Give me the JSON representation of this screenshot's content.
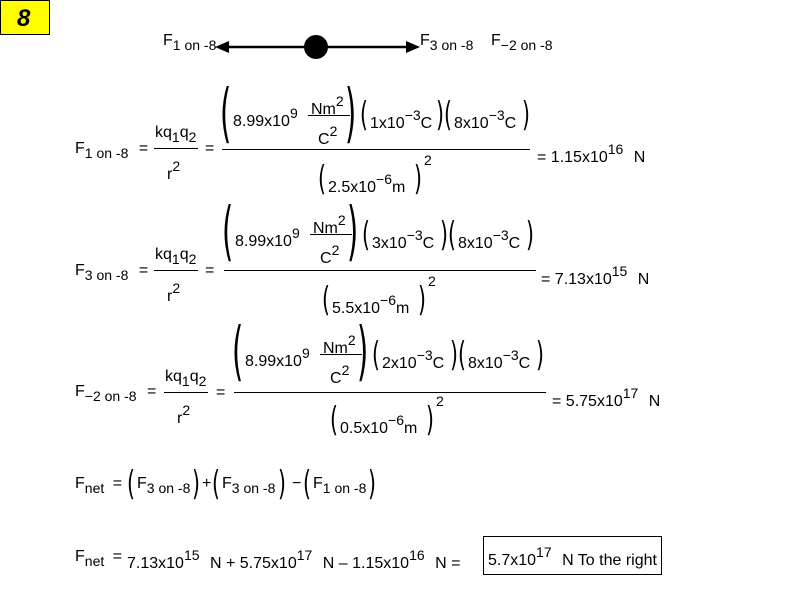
{
  "badge": {
    "number": "8"
  },
  "diagram": {
    "F1_left": "F",
    "F1_sub": "1 on -8",
    "F3_right": "F",
    "F3_sub": "3 on -8",
    "F2_right": "F",
    "F2_sub": "−2 on -8"
  },
  "eq1": {
    "lhs_F": "F",
    "lhs_sub": "1 on -8",
    "frac_num": "kq",
    "frac_num_sub1": "1",
    "frac_num_q2": "q",
    "frac_num_sub2": "2",
    "frac_den": "r",
    "frac_den_sup": "2",
    "k_val": "8.99x10",
    "k_exp": "9",
    "k_unit_num": "Nm",
    "k_unit_num_sup": "2",
    "k_unit_den": "C",
    "k_unit_den_sup": "2",
    "q1_val": "1x10",
    "q1_exp": "−3",
    "q1_unit": "C",
    "q2_val": "8x10",
    "q2_exp": "−3",
    "q2_unit": "C",
    "r_val": "2.5x10",
    "r_exp": "−6",
    "r_unit": "m",
    "r_sup": "2",
    "result": "1.15x10",
    "result_exp": "16",
    "result_unit": "N"
  },
  "eq2": {
    "lhs_F": "F",
    "lhs_sub": "3 on -8",
    "frac_num": "kq",
    "frac_num_sub1": "1",
    "frac_num_q2": "q",
    "frac_num_sub2": "2",
    "frac_den": "r",
    "frac_den_sup": "2",
    "k_val": "8.99x10",
    "k_exp": "9",
    "k_unit_num": "Nm",
    "k_unit_num_sup": "2",
    "k_unit_den": "C",
    "k_unit_den_sup": "2",
    "q1_val": "3x10",
    "q1_exp": "−3",
    "q1_unit": "C",
    "q2_val": "8x10",
    "q2_exp": "−3",
    "q2_unit": "C",
    "r_val": "5.5x10",
    "r_exp": "−6",
    "r_unit": "m",
    "r_sup": "2",
    "result": "7.13x10",
    "result_exp": "15",
    "result_unit": "N"
  },
  "eq3": {
    "lhs_F": "F",
    "lhs_sub": "−2 on -8",
    "frac_num": "kq",
    "frac_num_sub1": "1",
    "frac_num_q2": "q",
    "frac_num_sub2": "2",
    "frac_den": "r",
    "frac_den_sup": "2",
    "k_val": "8.99x10",
    "k_exp": "9",
    "k_unit_num": "Nm",
    "k_unit_num_sup": "2",
    "k_unit_den": "C",
    "k_unit_den_sup": "2",
    "q1_val": "2x10",
    "q1_exp": "−3",
    "q1_unit": "C",
    "q2_val": "8x10",
    "q2_exp": "−3",
    "q2_unit": "C",
    "r_val": "0.5x10",
    "r_exp": "−6",
    "r_unit": "m",
    "r_sup": "2",
    "result": "5.75x10",
    "result_exp": "17",
    "result_unit": "N"
  },
  "net1": {
    "F": "F",
    "net": "net",
    "a_F": "F",
    "a_sub": "3 on -8",
    "plus": "+",
    "b_F": "F",
    "b_sub": "3 on -8",
    "minus": "−",
    "c_F": "F",
    "c_sub": "1 on -8"
  },
  "net2": {
    "F": "F",
    "net": "net",
    "t1": "7.13x10",
    "t1_exp": "15",
    "t1_unit": "N",
    "plus": "+",
    "t2": "5.75x10",
    "t2_exp": "17",
    "t2_unit": "N",
    "minus": "–",
    "t3": "1.15x10",
    "t3_exp": "16",
    "t3_unit": "N",
    "ans": "5.7x10",
    "ans_exp": "17",
    "ans_unit": "N To the right"
  },
  "symbols": {
    "eq": "="
  }
}
